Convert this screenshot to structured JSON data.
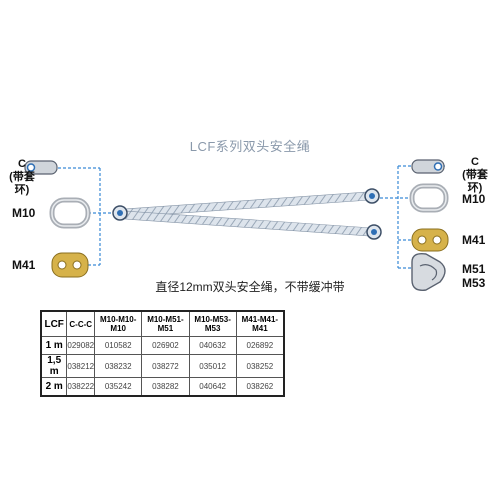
{
  "title": "LCF系列双头安全绳",
  "description": "直径12mm双头安全绳，不带缓冲带",
  "left_labels": {
    "c_code": "C",
    "c_note": "(带套环)",
    "m10": "M10",
    "m41": "M41"
  },
  "right_labels": {
    "c_code": "C",
    "c_note": "(带套环)",
    "m10": "M10",
    "m41": "M41",
    "m51": "M51",
    "m53": "M53"
  },
  "table": {
    "headers": [
      "LCF",
      "C-C-C",
      "M10-M10-M10",
      "M10-M51-M51",
      "M10-M53-M53",
      "M41-M41-M41"
    ],
    "rows": [
      {
        "length": "1 m",
        "cells": [
          "029082",
          "010582",
          "026902",
          "040632",
          "026892"
        ]
      },
      {
        "length": "1,5 m",
        "cells": [
          "038212",
          "038232",
          "038272",
          "035012",
          "038252"
        ]
      },
      {
        "length": "2 m",
        "cells": [
          "038222",
          "035242",
          "038282",
          "040642",
          "038262"
        ]
      }
    ]
  },
  "colors": {
    "dashed_line": "#3a8ad6",
    "rope": "#c9d3de",
    "ring": "#2f6fb5",
    "hook_silver": "#b8bcc2",
    "hook_gold": "#d6b24a"
  }
}
